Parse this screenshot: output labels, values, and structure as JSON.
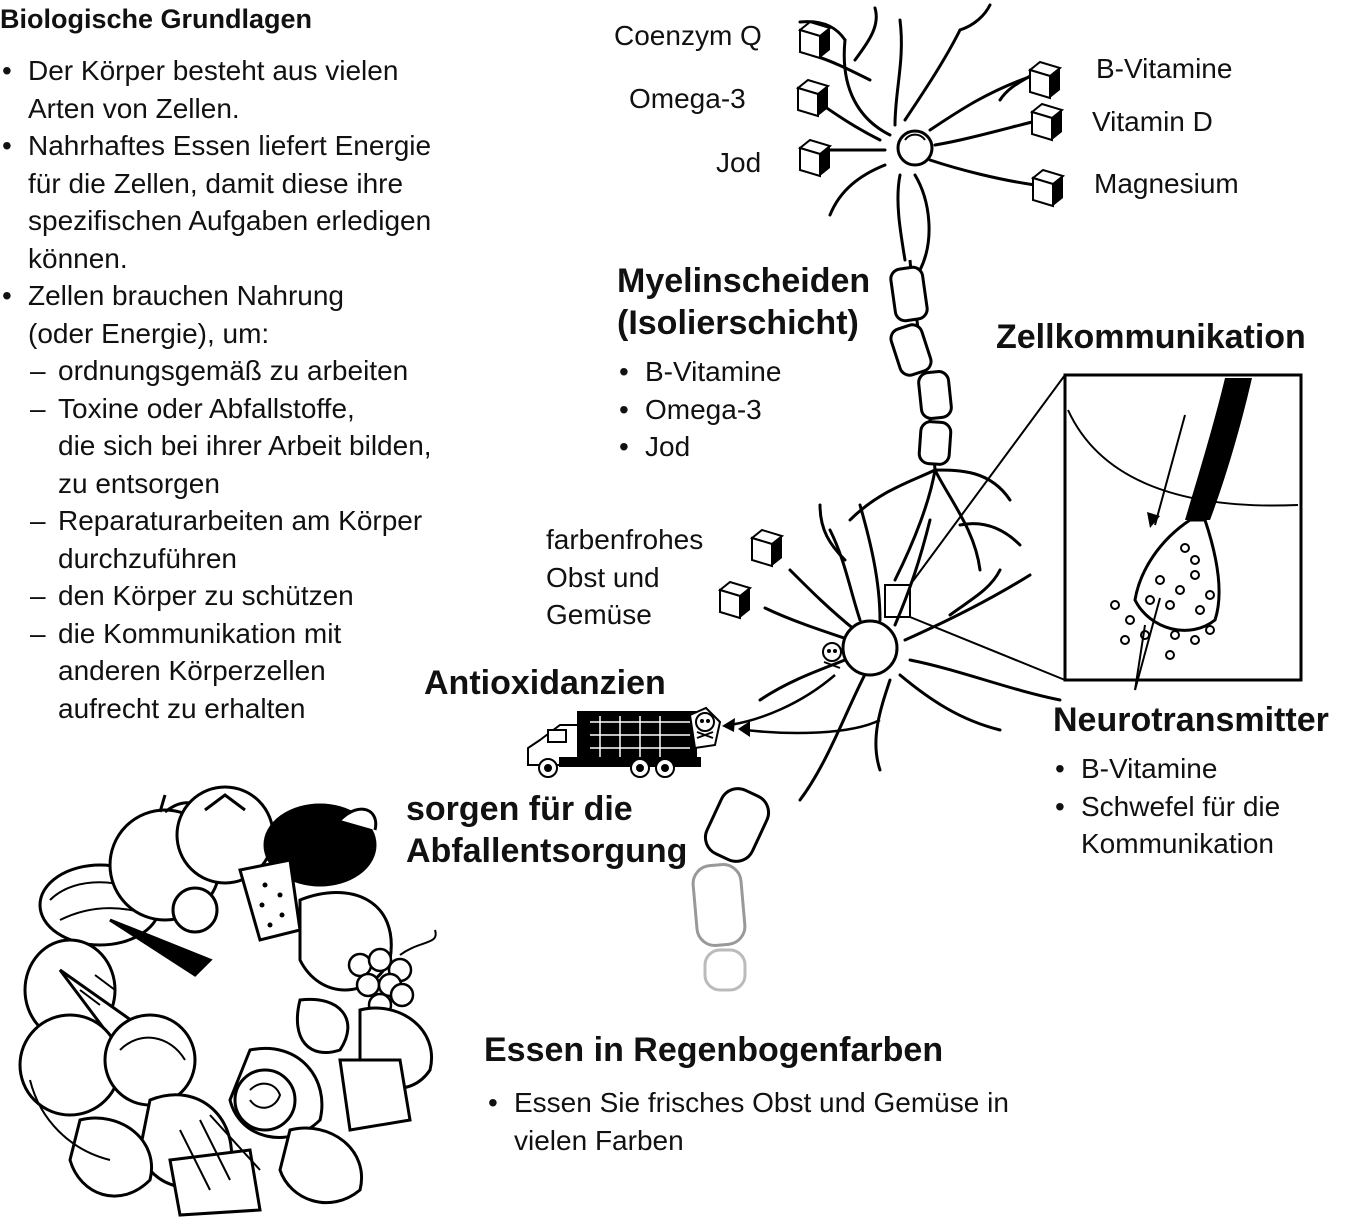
{
  "basics": {
    "title": "Biologische Grundlagen",
    "items": [
      {
        "level": 1,
        "lines": [
          "Der Körper besteht aus vielen",
          "Arten von Zellen."
        ]
      },
      {
        "level": 1,
        "lines": [
          "Nahrhaftes Essen liefert Energie",
          "für die Zellen, damit diese ihre",
          "spezifischen Aufgaben erledigen",
          "können."
        ]
      },
      {
        "level": 1,
        "lines": [
          "Zellen brauchen Nahrung",
          "(oder Energie), um:"
        ]
      },
      {
        "level": 2,
        "lines": [
          "ordnungsgemäß zu arbeiten"
        ]
      },
      {
        "level": 2,
        "lines": [
          "Toxine oder Abfallstoffe,",
          "die sich bei ihrer Arbeit bilden,",
          "zu entsorgen"
        ]
      },
      {
        "level": 2,
        "lines": [
          "Reparaturarbeiten am Körper",
          "durchzuführen"
        ]
      },
      {
        "level": 2,
        "lines": [
          "den Körper zu schützen"
        ]
      },
      {
        "level": 2,
        "lines": [
          "die Kommunikation mit",
          "anderen Körperzellen",
          "aufrecht zu erhalten"
        ]
      }
    ]
  },
  "nutrients_left": [
    "Coenzym Q",
    "Omega-3",
    "Jod"
  ],
  "nutrients_right": [
    "B-Vitamine",
    "Vitamin D",
    "Magnesium"
  ],
  "myelin": {
    "title_lines": [
      "Myelinscheiden",
      "(Isolierschicht)"
    ],
    "items": [
      "B-Vitamine",
      "Omega-3",
      "Jod"
    ]
  },
  "cell_communication": {
    "title": "Zellkommunikation"
  },
  "produce": {
    "lines": [
      "farbenfrohes",
      "Obst und",
      "Gemüse"
    ]
  },
  "antioxidants": {
    "title": "Antioxidanzien",
    "caption_lines": [
      "sorgen für die",
      "Abfallentsorgung"
    ]
  },
  "neurotransmitter": {
    "title": "Neurotransmitter",
    "items": [
      {
        "lines": [
          "B-Vitamine"
        ]
      },
      {
        "lines": [
          "Schwefel für die",
          "Kommunikation"
        ]
      }
    ]
  },
  "rainbow": {
    "title": "Essen in Regenbogenfarben",
    "items": [
      {
        "lines": [
          "Essen Sie frisches Obst und Gemüse in",
          "vielen Farben"
        ]
      }
    ]
  }
}
